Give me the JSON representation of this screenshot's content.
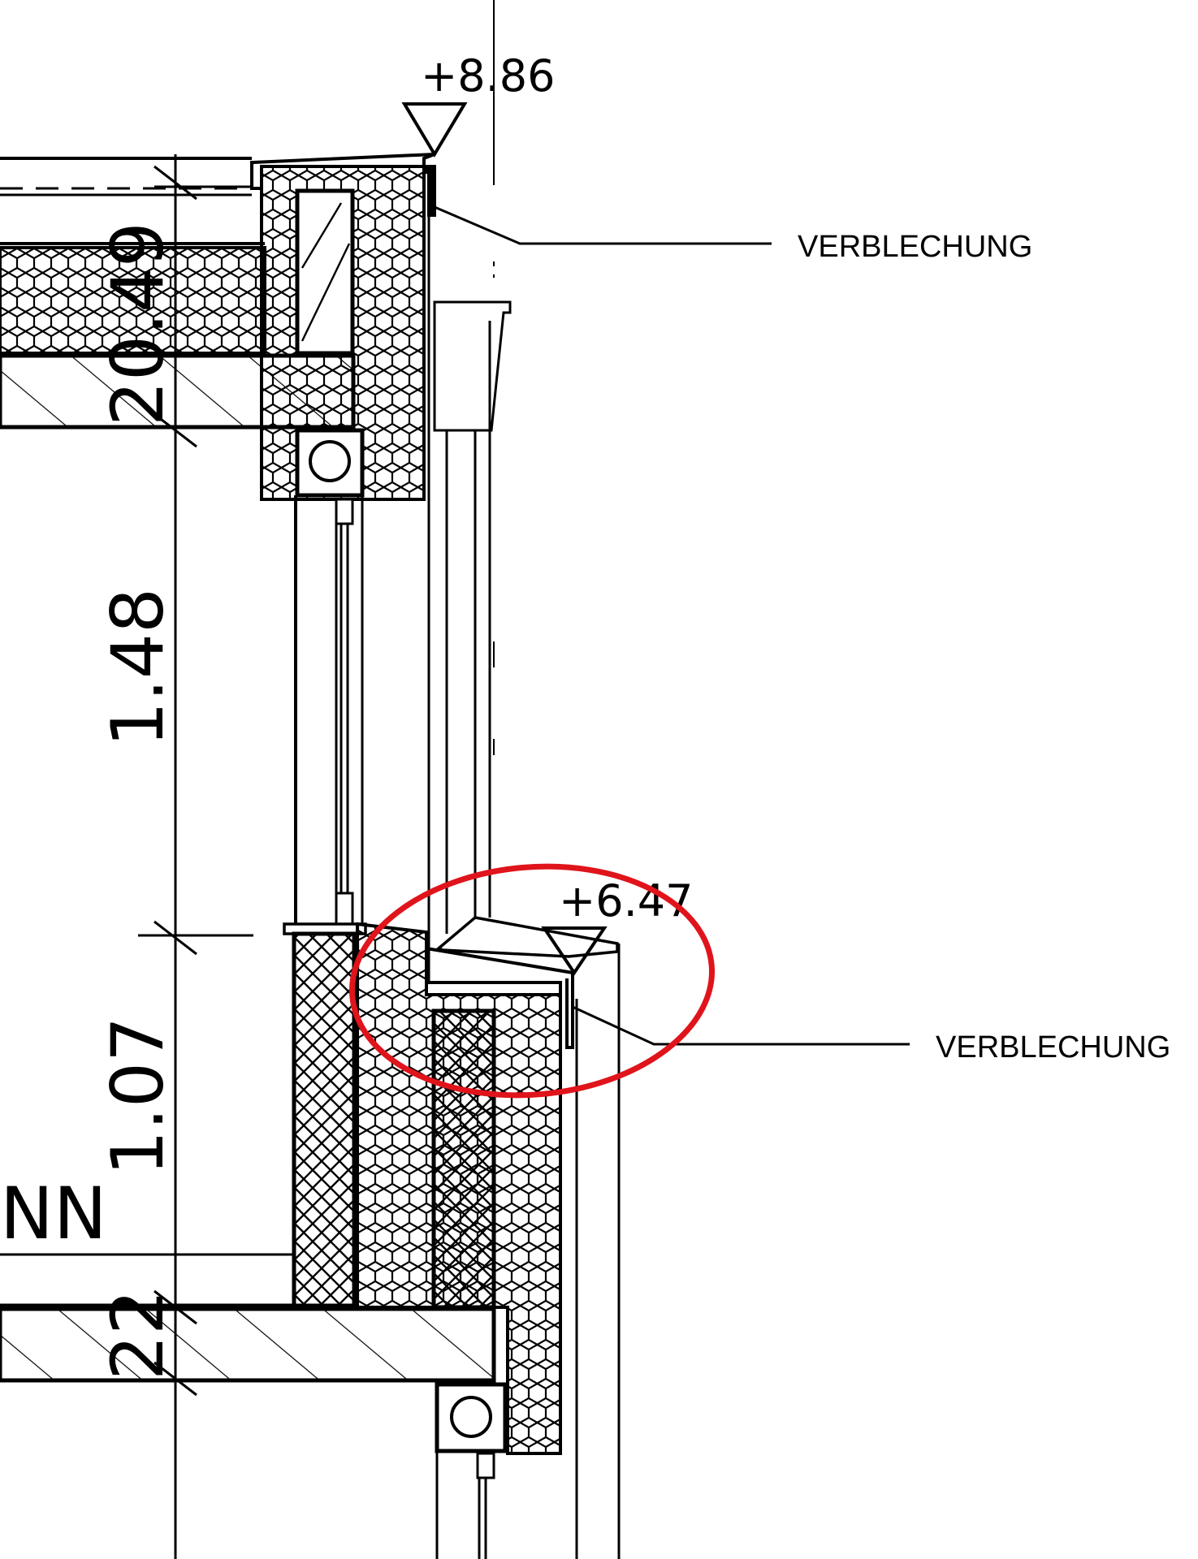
{
  "drawing": {
    "elevations": {
      "upper": "+8.86",
      "lower": "+6.47"
    },
    "labels": {
      "upper_flashing": "VERBLECHUNG",
      "lower_flashing": "VERBLECHUNG"
    },
    "dimensions": {
      "top_slab": "20.49",
      "window": "1.48",
      "parapet": "1.07",
      "bottom_slab": "22"
    },
    "partial_text": "NN",
    "colors": {
      "line": "#000000",
      "highlight": "#e0141b",
      "background": "#ffffff"
    }
  }
}
